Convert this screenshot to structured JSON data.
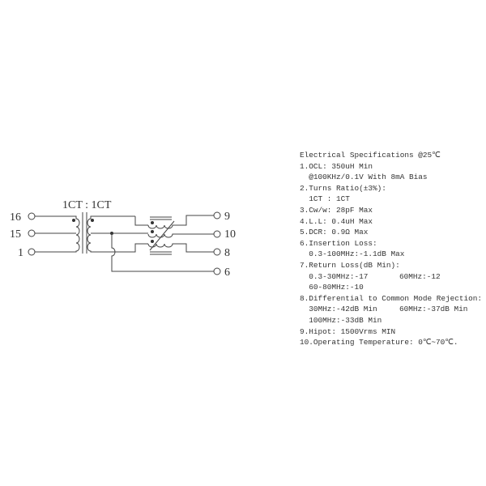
{
  "diagram": {
    "ratio_label": "1CT : 1CT",
    "pins": {
      "p16": "16",
      "p15": "15",
      "p1": "1",
      "p9": "9",
      "p10": "10",
      "p8": "8",
      "p6": "6"
    }
  },
  "specs": {
    "title": "Electrical Specifications @25℃",
    "lines": [
      "1.OCL: 350uH Min",
      "  @100KHz/0.1V With 8mA Bias",
      "2.Turns Ratio(±3%):",
      "  1CT : 1CT",
      "3.Cw/w: 28pF Max",
      "4.L.L: 0.4uH Max",
      "5.DCR: 0.9Ω Max",
      "6.Insertion Loss:",
      "  0.3-100MHz:-1.1dB Max",
      "7.Return Loss(dB Min):",
      "  0.3-30MHz:-17",
      "  60-80MHz:-10",
      "8.Differential to Common Mode Rejection:",
      "  30MHz:-42dB Min",
      "  100MHz:-33dB Min",
      "9.Hipot: 1500Vrms MIN",
      "10.Operating Temperature: 0℃~70℃."
    ],
    "col2": {
      "rl_60": "60MHz:-12",
      "cmr_60": "60MHz:-37dB Min"
    }
  }
}
